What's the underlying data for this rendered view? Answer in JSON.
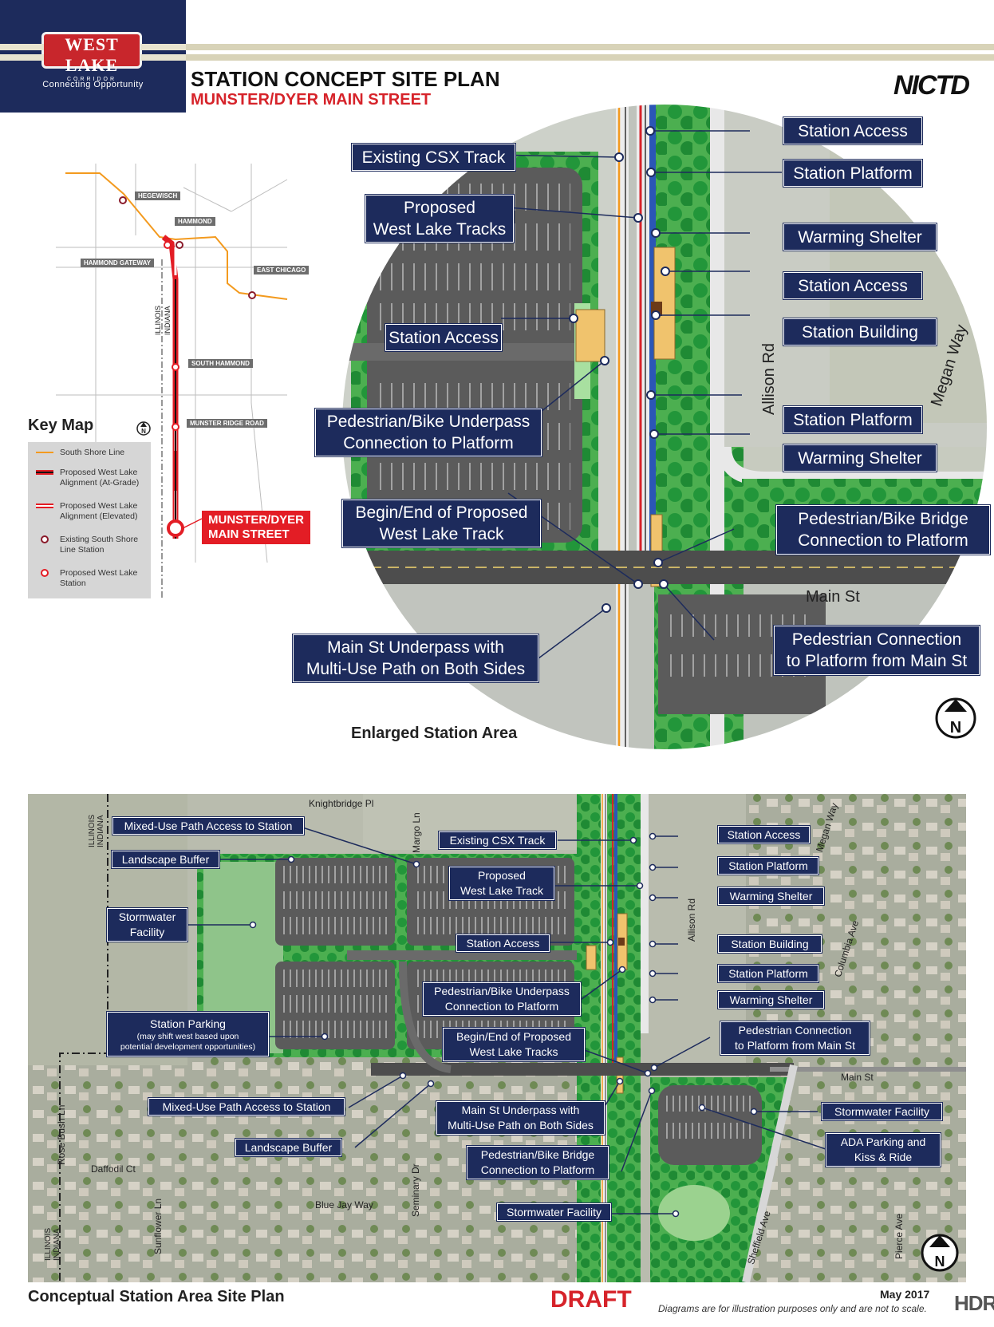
{
  "header": {
    "logo_main": "WEST LAKE",
    "logo_sub": "CORRIDOR",
    "tagline": "Connecting Opportunity",
    "title": "STATION CONCEPT SITE PLAN",
    "subtitle": "MUNSTER/DYER MAIN STREET",
    "partner_logo": "NICTD"
  },
  "key_map": {
    "title": "Key Map",
    "stations": [
      "HEGEWISCH",
      "HAMMOND",
      "HAMMOND GATEWAY",
      "EAST CHICAGO",
      "SOUTH HAMMOND",
      "MUNSTER RIDGE ROAD"
    ],
    "state_labels": [
      "ILLINOIS",
      "INDIANA"
    ],
    "highlight_label_line1": "MUNSTER/DYER",
    "highlight_label_line2": "MAIN STREET",
    "legend": [
      {
        "label": "South Shore Line",
        "color": "#f39a1e"
      },
      {
        "label": "Proposed West Lake Alignment (At-Grade)",
        "color": "#e31d25"
      },
      {
        "label": "Proposed West Lake Alignment (Elevated)",
        "color": "#e31d25"
      },
      {
        "label": "Existing South Shore Line Station",
        "color": "#8a1a2a"
      },
      {
        "label": "Proposed West Lake Station",
        "color": "#e31d25"
      }
    ]
  },
  "enlarged": {
    "caption": "Enlarged Station Area",
    "street_labels": {
      "main_st": "Main St",
      "allison_rd": "Allison Rd",
      "megan_way": "Megan Way"
    },
    "callouts": {
      "existing_csx": "Existing CSX Track",
      "proposed_tracks_1": "Proposed",
      "proposed_tracks_2": "West Lake Tracks",
      "station_access_left": "Station Access",
      "underpass_1": "Pedestrian/Bike Underpass",
      "underpass_2": "Connection to Platform",
      "begin_end_1": "Begin/End of Proposed",
      "begin_end_2": "West Lake Track",
      "main_underpass_1": "Main St Underpass with",
      "main_underpass_2": "Multi-Use Path on Both Sides",
      "station_access_1": "Station Access",
      "station_platform_1": "Station Platform",
      "warming_shelter_1": "Warming Shelter",
      "station_access_2": "Station Access",
      "station_building": "Station Building",
      "station_platform_2": "Station Platform",
      "warming_shelter_2": "Warming Shelter",
      "bridge_1": "Pedestrian/Bike Bridge",
      "bridge_2": "Connection to Platform",
      "ped_conn_1": "Pedestrian Connection",
      "ped_conn_2": "to Platform from Main St"
    },
    "north": "N"
  },
  "site_plan": {
    "caption": "Conceptual Station Area Site Plan",
    "street_labels": {
      "knightbridge": "Knightbridge Pl",
      "margo": "Margo Ln",
      "megan": "Megan Way",
      "allison": "Allison Rd",
      "columbia": "Columbia Ave",
      "main_st": "Main St",
      "rose_bush": "Rose Bush Ln",
      "daffodil": "Daffodil Ct",
      "seminary": "Seminary Dr",
      "blue_jay": "Blue Jay Way",
      "sunflower": "Sunflower Ln",
      "sheffield": "Sheffield Ave",
      "pierce": "Pierce Ave",
      "illinois": "ILLINOIS",
      "indiana": "INDIANA"
    },
    "callouts": {
      "mixed_use_top": "Mixed-Use Path Access to Station",
      "landscape_top": "Landscape Buffer",
      "stormwater_1": "Stormwater",
      "stormwater_2": "Facility",
      "parking_1": "Station Parking",
      "parking_2": "(may shift west based upon",
      "parking_3": "potential development opportunities)",
      "mixed_use_bottom": "Mixed-Use Path Access to Station",
      "landscape_bottom": "Landscape Buffer",
      "existing_csx": "Existing CSX Track",
      "proposed_1": "Proposed",
      "proposed_2": "West Lake Track",
      "station_access_c": "Station Access",
      "underpass_1": "Pedestrian/Bike Underpass",
      "underpass_2": "Connection to Platform",
      "begin_end_1": "Begin/End of Proposed",
      "begin_end_2": "West Lake Tracks",
      "main_underpass_1": "Main St Underpass with",
      "main_underpass_2": "Multi-Use Path on Both Sides",
      "bridge_1": "Pedestrian/Bike Bridge",
      "bridge_2": "Connection to Platform",
      "stormwater_center": "Stormwater Facility",
      "station_access_r": "Station Access",
      "station_platform_1": "Station Platform",
      "warming_shelter_1": "Warming Shelter",
      "station_building": "Station Building",
      "station_platform_2": "Station Platform",
      "warming_shelter_2": "Warming Shelter",
      "ped_conn_1": "Pedestrian Connection",
      "ped_conn_2": "to Platform from Main St",
      "stormwater_right": "Stormwater Facility",
      "ada_1": "ADA Parking and",
      "ada_2": "Kiss & Ride"
    },
    "north": "N"
  },
  "footer": {
    "draft": "DRAFT",
    "date": "May 2017",
    "disclaimer": "Diagrams are for illustration purposes only and are not to scale.",
    "firm_logo": "HDR"
  },
  "colors": {
    "navy": "#1d2b5c",
    "red": "#d6232a",
    "green": "#2e9b3e",
    "csx_orange": "#f39a1e",
    "road": "#5a5a5a"
  }
}
